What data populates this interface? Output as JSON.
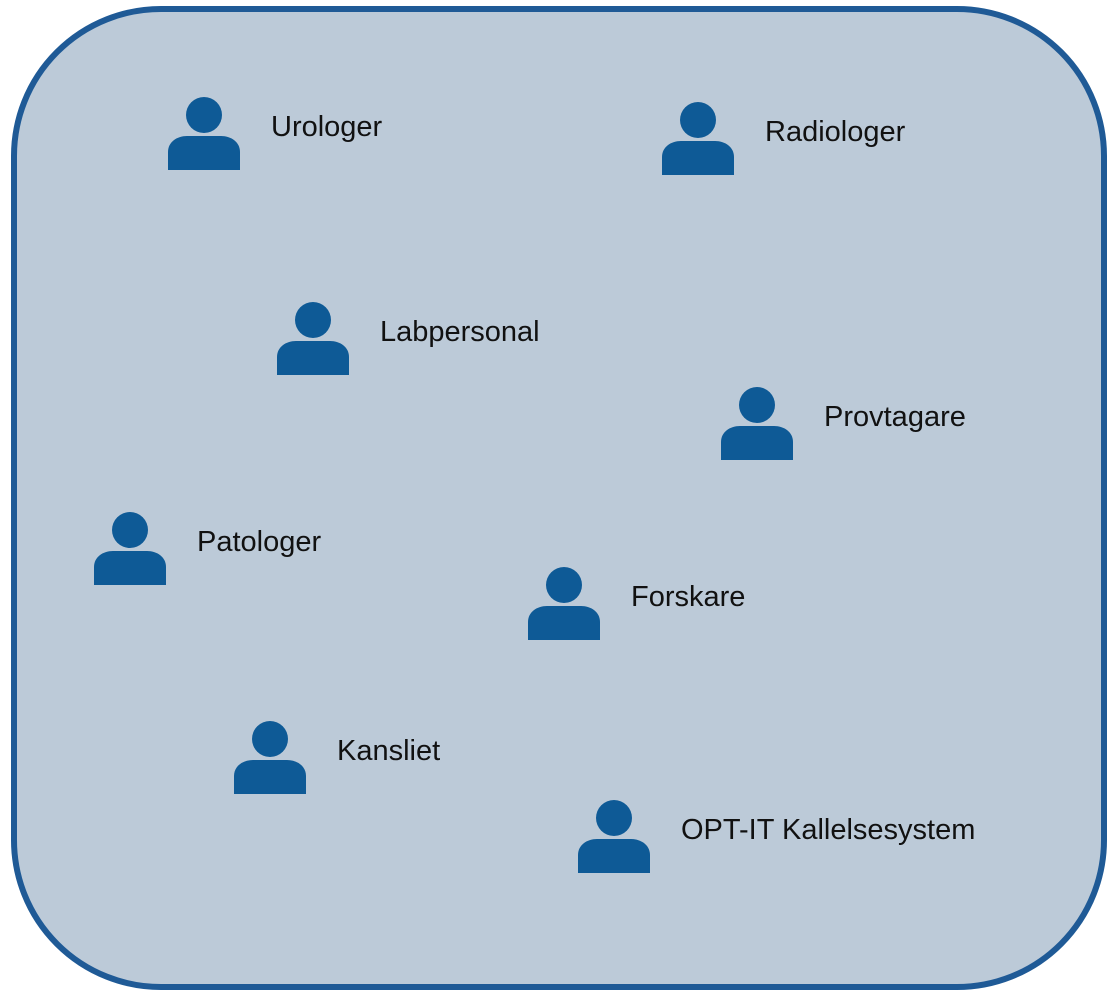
{
  "colors": {
    "panel_fill": "#bccad8",
    "panel_border": "#1f5a96",
    "icon": "#0e5a96",
    "text": "#111111"
  },
  "actors": [
    {
      "id": "urologer",
      "label": "Urologer",
      "icon": "person-icon"
    },
    {
      "id": "radiologer",
      "label": "Radiologer",
      "icon": "person-icon"
    },
    {
      "id": "labpersonal",
      "label": "Labpersonal",
      "icon": "person-icon"
    },
    {
      "id": "provtagare",
      "label": "Provtagare",
      "icon": "person-icon"
    },
    {
      "id": "patologer",
      "label": "Patologer",
      "icon": "person-icon"
    },
    {
      "id": "forskare",
      "label": "Forskare",
      "icon": "person-icon"
    },
    {
      "id": "kansliet",
      "label": "Kansliet",
      "icon": "person-icon"
    },
    {
      "id": "opt-it",
      "label": "OPT-IT Kallelsesystem",
      "icon": "person-icon"
    }
  ]
}
